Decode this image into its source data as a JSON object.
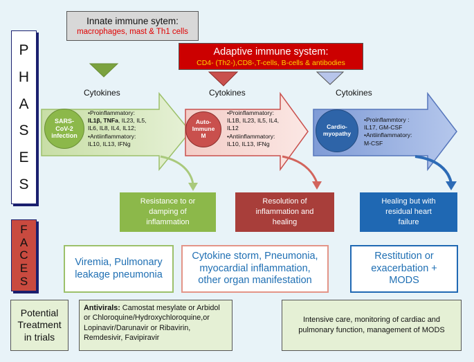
{
  "phases_label": [
    "P",
    "H",
    "A",
    "S",
    "E",
    "S"
  ],
  "faces_label": [
    "F",
    "A",
    "C",
    "E",
    "S"
  ],
  "innate": {
    "title": "Innate immune sytem:",
    "subtitle": "macrophages, mast & Th1 cells"
  },
  "adaptive": {
    "title": "Adaptive immune system:",
    "subtitle": "CD4- (Th2-),CD8-,T-cells, B-cells & antibodies"
  },
  "phases": [
    {
      "cytokines_label": "Cytokines",
      "circle_label": "SARS-CoV-2 infection",
      "pro_label": "•Proinflammatory:",
      "pro_bold": "IL1β, TNFa",
      "pro_rest": ", IL23, IL5, IL6, IL8, IL4, IL12;",
      "anti_label": "•Antiinflammatory:",
      "anti_list": "IL10, IL13, IFNg",
      "outcome": "Resistance to or damping of inflammation",
      "face": "Viremia, Pulmonary leakage pneumonia",
      "color": "#8cb84a"
    },
    {
      "cytokines_label": "Cytokines",
      "circle_label": "Auto-Immune M",
      "pro_label": "•Proinflammatory:",
      "pro_list": "IL1B, IL23, IL5, IL4, IL12",
      "anti_label": "•Antiinflammatory:",
      "anti_list": "IL10, IL13, IFNg",
      "outcome": "Resolution of inflammation and healing",
      "face": "Cytokine storm, Pneumonia, myocardial inflammation, other organ manifestation",
      "color": "#a83e3a"
    },
    {
      "cytokines_label": "Cytokines",
      "circle_label": "Cardio-myopathy",
      "pro_label": "•Proinflammtory :",
      "pro_list": "IL17, GM-CSF",
      "anti_label": "•Antiinflammatory:",
      "anti_list": "M-CSF",
      "outcome": "Healing but with residual heart failure",
      "face": "Restitution or exacerbation + MODS",
      "color": "#1f68b3"
    }
  ],
  "trials": {
    "label": "Potential Treatment in trials",
    "antivirals_bold": "Antivirals:",
    "antivirals_text": " Camostat mesylate or Arbidol or Chloroquine/Hydroxychloroquine,or Lopinavir/Darunavir or Ribavirin, Remdesivir, Favipiravir",
    "care": "Intensive care, monitoring of cardiac and pulmonary function, management of MODS"
  },
  "colors": {
    "background": "#e8f3f8",
    "green_arrow": "#d6e8bd",
    "red_arrow": "#f6d9d4",
    "blue_arrow": "#9fb5e3",
    "adaptive_box": "#cc0000",
    "adaptive_subtitle": "#ffd700",
    "innate_subtitle": "#e00000"
  }
}
